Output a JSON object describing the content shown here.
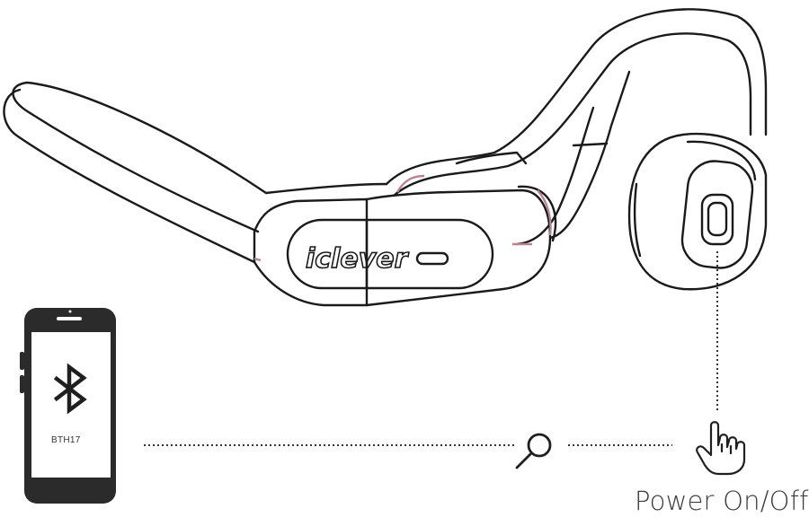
{
  "headset": {
    "brand": "iclever"
  },
  "phone": {
    "device_name": "BTH17"
  },
  "instruction": {
    "power_label": "Power On/Off"
  },
  "icons": [
    "bluetooth-icon",
    "search-icon",
    "hand-pointer-icon",
    "phone-icon",
    "headset-illustration"
  ],
  "colors": {
    "line": "#1a1a1a",
    "phone_body": "#2b2b2b",
    "accent_joint": "#b9838f"
  }
}
